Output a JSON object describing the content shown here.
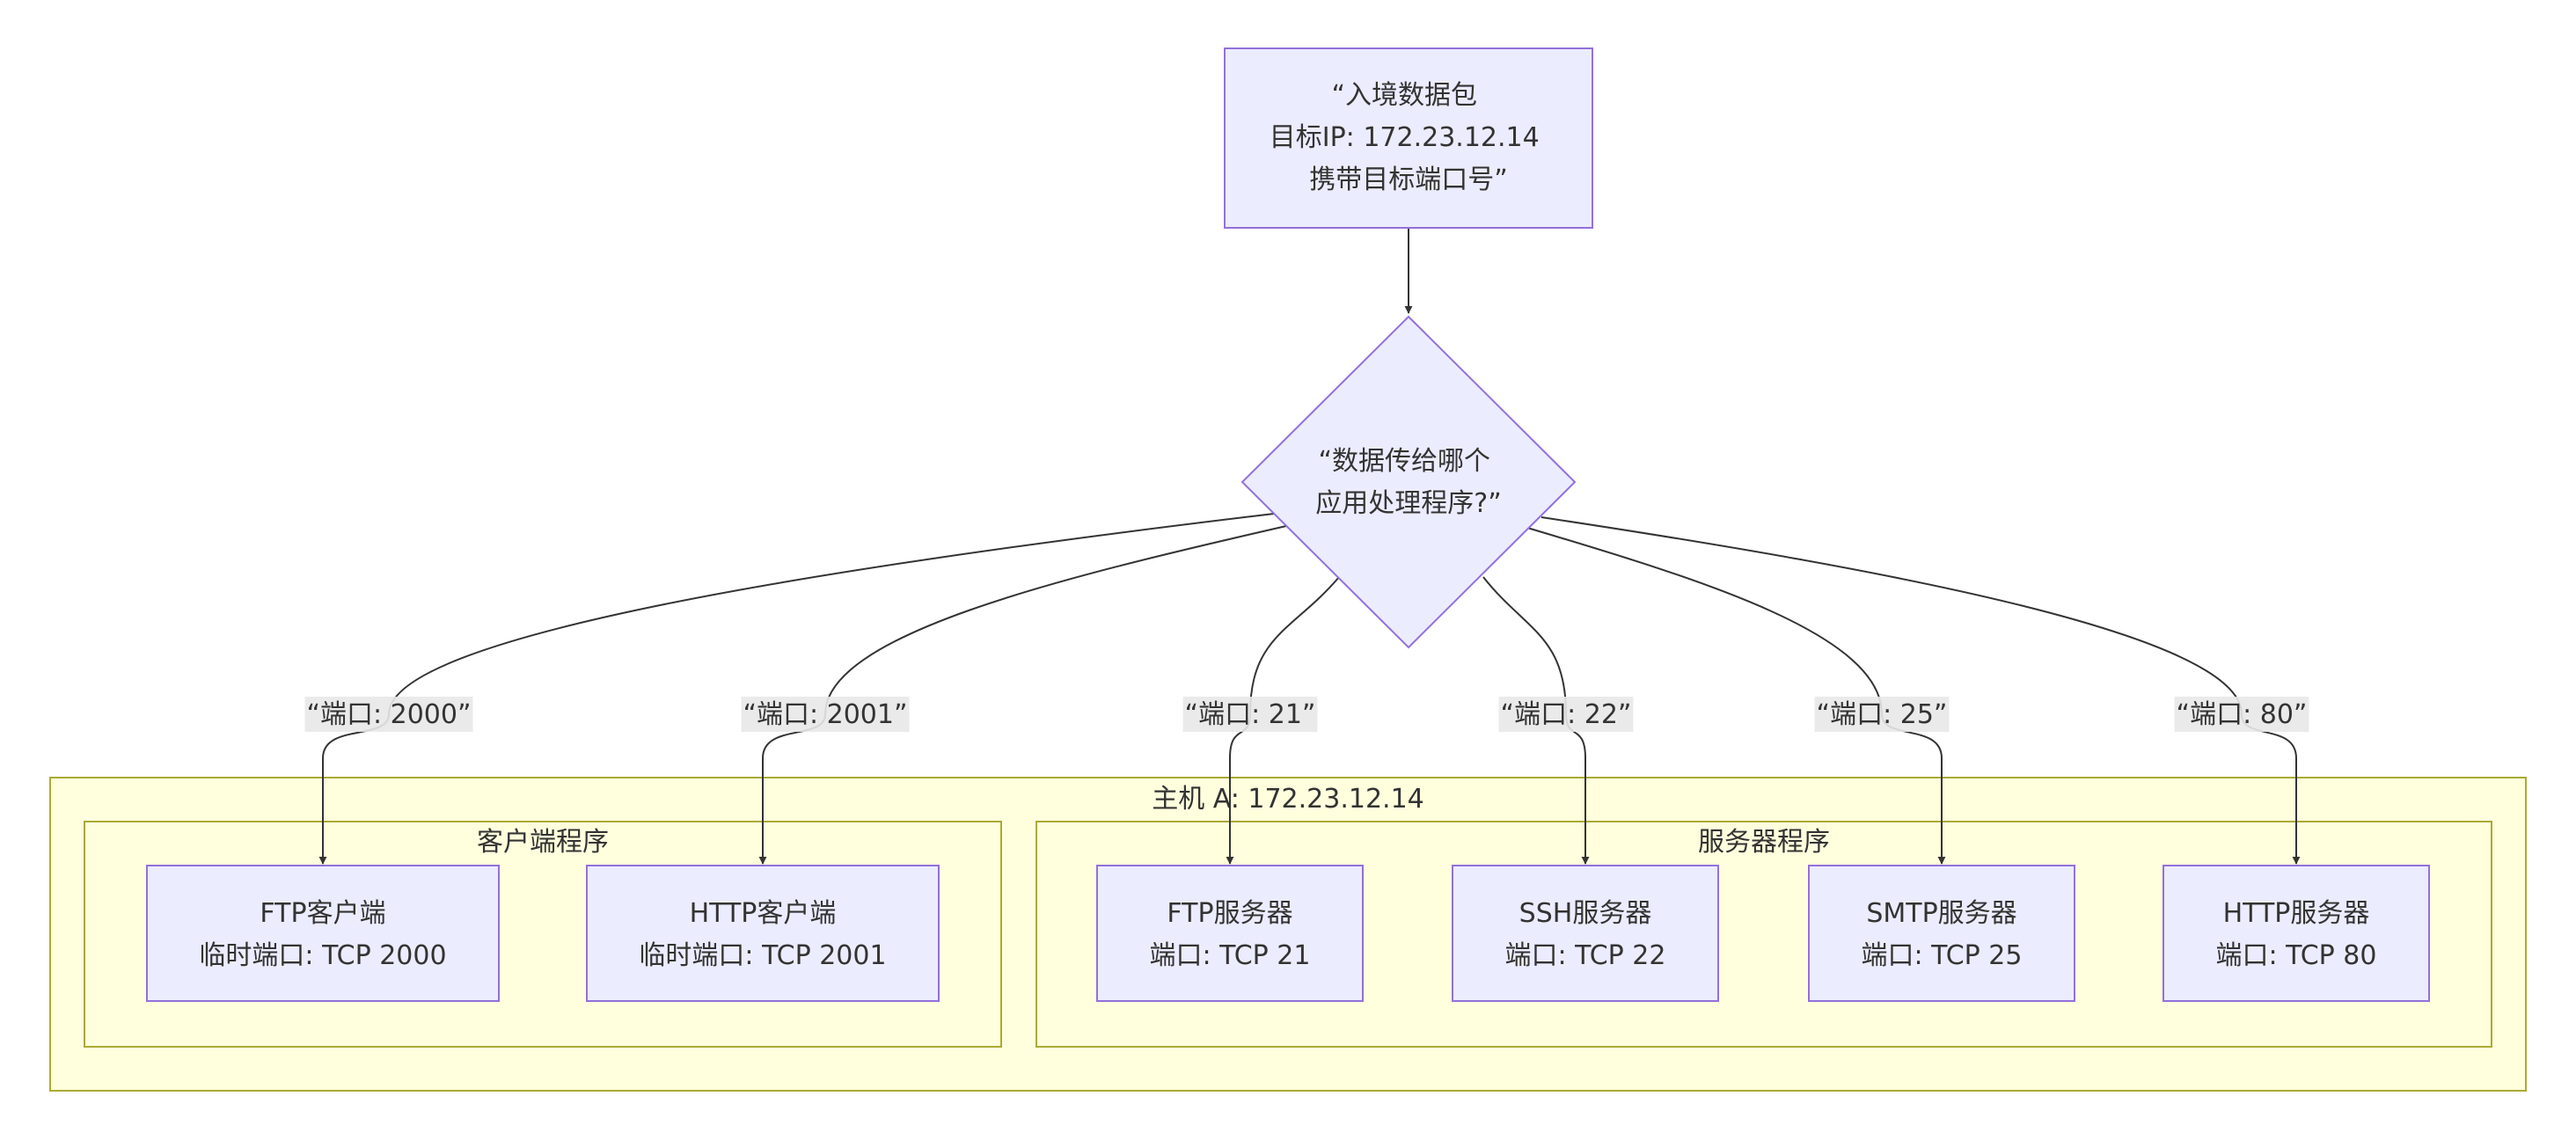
{
  "colors": {
    "node_fill": "#ECECFF",
    "node_stroke": "#9370DB",
    "cluster_fill": "#FFFFDE",
    "cluster_stroke": "#AAAA33",
    "edge": "#333333",
    "label_bg": "#E8E8E8",
    "text": "#333333"
  },
  "start": {
    "lines": [
      "“入境数据包",
      "目标IP: 172.23.12.14",
      "携带目标端口号”"
    ]
  },
  "decision": {
    "lines": [
      "“数据传给哪个",
      "应用处理程序?”"
    ]
  },
  "host": {
    "title": "主机 A: 172.23.12.14"
  },
  "client_group": {
    "title": "客户端程序"
  },
  "server_group": {
    "title": "服务器程序"
  },
  "targets": [
    {
      "id": "ftp-client",
      "label": "“端口: 2000”",
      "lines": [
        "FTP客户端",
        "临时端口: TCP 2000"
      ]
    },
    {
      "id": "http-client",
      "label": "“端口: 2001”",
      "lines": [
        "HTTP客户端",
        "临时端口: TCP 2001"
      ]
    },
    {
      "id": "ftp-server",
      "label": "“端口: 21”",
      "lines": [
        "FTP服务器",
        "端口: TCP 21"
      ]
    },
    {
      "id": "ssh-server",
      "label": "“端口: 22”",
      "lines": [
        "SSH服务器",
        "端口: TCP 22"
      ]
    },
    {
      "id": "smtp-server",
      "label": "“端口: 25”",
      "lines": [
        "SMTP服务器",
        "端口: TCP 25"
      ]
    },
    {
      "id": "http-server",
      "label": "“端口: 80”",
      "lines": [
        "HTTP服务器",
        "端口: TCP 80"
      ]
    }
  ]
}
